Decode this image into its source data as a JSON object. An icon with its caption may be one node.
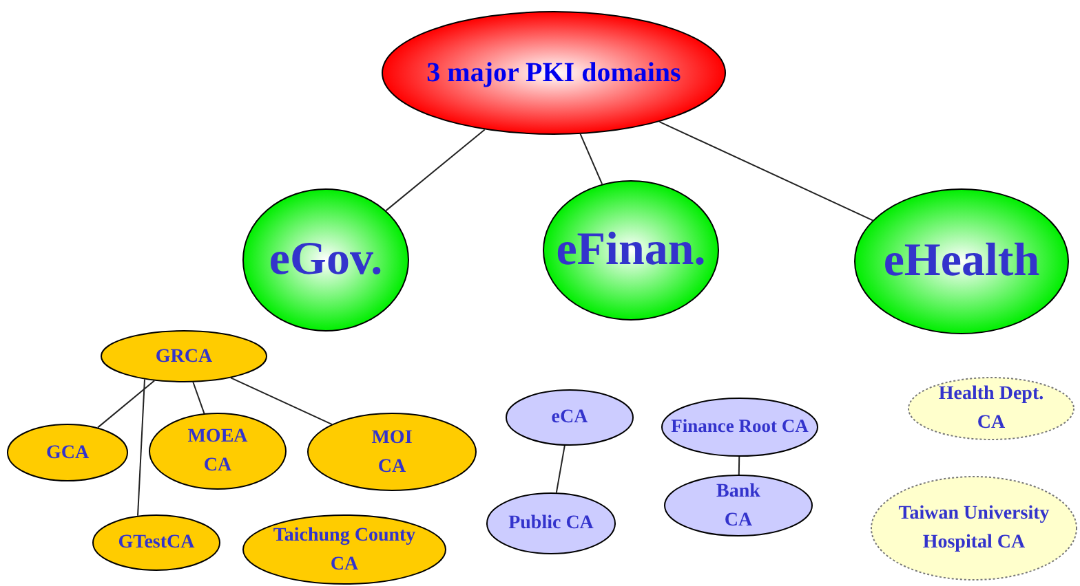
{
  "diagram": {
    "nodes": [
      {
        "text": [
          "3 major PKI domains"
        ]
      },
      {
        "text": [
          "eGov."
        ]
      },
      {
        "text": [
          "eFinan."
        ]
      },
      {
        "text": [
          "eHealth"
        ]
      },
      {
        "text": [
          "GRCA"
        ]
      },
      {
        "text": [
          "GCA"
        ]
      },
      {
        "text": [
          "MOEA CA"
        ]
      },
      {
        "text": [
          "MOI CA"
        ]
      },
      {
        "text": [
          "GTestCA"
        ]
      },
      {
        "text": [
          "Taichung County CA"
        ]
      },
      {
        "text": [
          "eCA"
        ]
      },
      {
        "text": [
          "Finance Root CA"
        ]
      },
      {
        "text": [
          "Public CA"
        ]
      },
      {
        "text": [
          "Bank CA"
        ]
      },
      {
        "text": [
          "Health Dept. CA"
        ]
      },
      {
        "text": [
          "Taiwan University Hospital CA"
        ]
      }
    ],
    "edges": [
      {
        "from": 0,
        "to": 1,
        "arrow": "none"
      },
      {
        "from": 0,
        "to": 2,
        "arrow": "none"
      },
      {
        "from": 0,
        "to": 3,
        "arrow": "none"
      },
      {
        "from": 4,
        "to": 5,
        "arrow": "none"
      },
      {
        "from": 4,
        "to": 8,
        "arrow": "none"
      },
      {
        "from": 4,
        "to": 6,
        "arrow": "none"
      },
      {
        "from": 4,
        "to": 7,
        "arrow": "none"
      },
      {
        "from": 10,
        "to": 12,
        "arrow": "none"
      },
      {
        "from": 11,
        "to": 13,
        "arrow": "none"
      }
    ]
  }
}
